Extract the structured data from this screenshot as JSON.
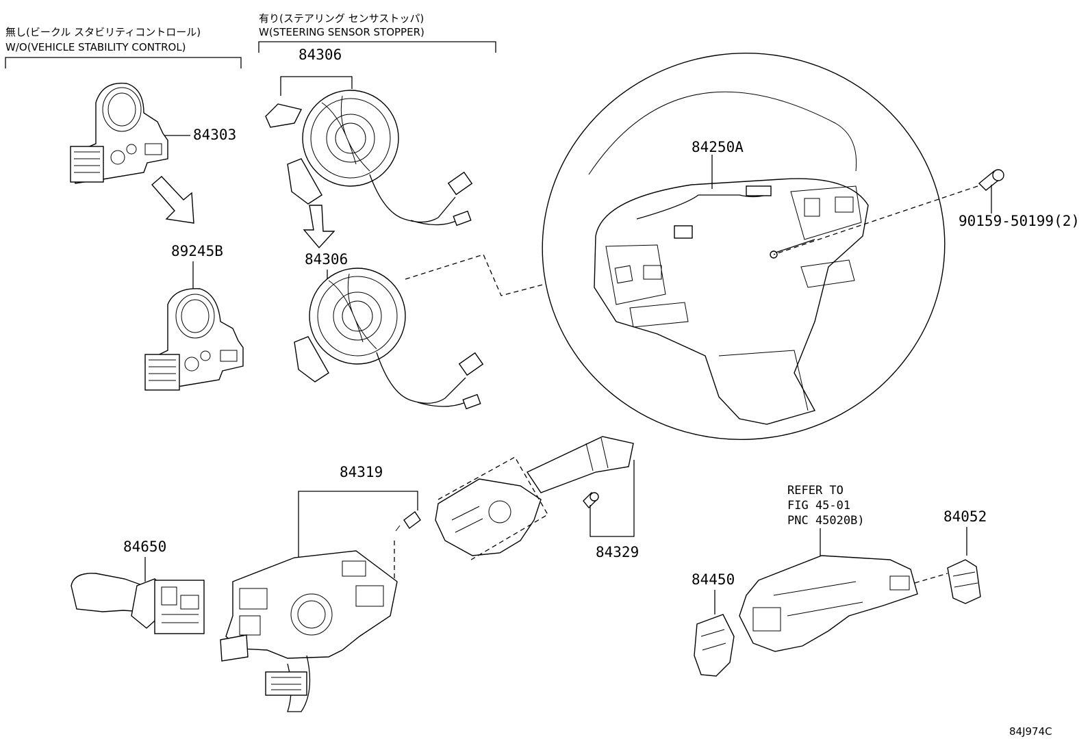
{
  "headings": {
    "wo_vsc_jp": "無し(ビークル スタビリティコントロール)",
    "wo_vsc_en": "W/O(VEHICLE STABILITY CONTROL)",
    "w_stopper_jp": "有り(ステアリング センサストッパ)",
    "w_stopper_en": "W(STEERING SENSOR STOPPER)"
  },
  "parts": {
    "p84303": "84303",
    "p89245b": "89245B",
    "p84306_top": "84306",
    "p84306_bottom": "84306",
    "p84250a": "84250A",
    "p90159": "90159-50199(2)",
    "p84319": "84319",
    "p84329": "84329",
    "p84650": "84650",
    "p84450": "84450",
    "p84052": "84052"
  },
  "refer": {
    "line1": "REFER TO",
    "line2": "FIG 45-01",
    "line3": "PNC 45020B)"
  },
  "diagram_id": "84J974C"
}
